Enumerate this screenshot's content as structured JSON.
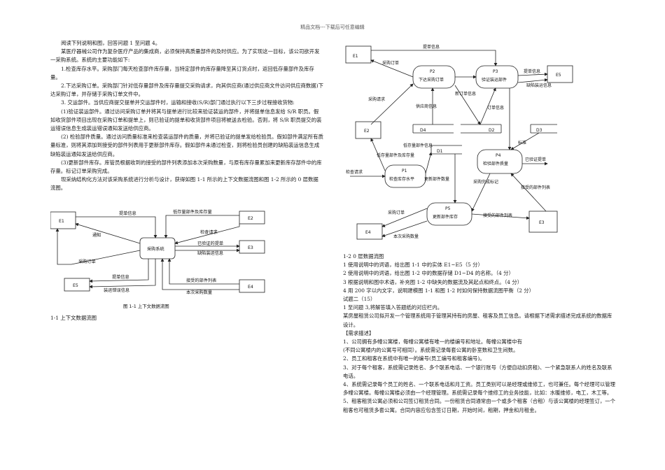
{
  "header": "精品文档---下载后可任意编辑",
  "left_paragraphs": [
    {
      "text": "阅读下列说明和图，回答问题 1 至问题 4。",
      "indent": true
    },
    {
      "text": "某医疗器械公司作为复杂医疗产品的集成商，必须保持高质量部件的及时供应。为了实现这一目标，该公司欲开发一采购系统。系统的主要功能如下:",
      "indent": true
    },
    {
      "text": "1.检查库存水平。采购部门每天检查部件库存量，当特定部件的库存量降至其订货点时，返回低存量部件及库存量。",
      "indent": true
    },
    {
      "text": "2.下达采购订单。采购部门针对低存量部件及库存量提交采购请求，向其供应商(通过供应商文件访问供应商数据)下达采购订单，并存储于采购订单文件中。",
      "indent": true
    },
    {
      "text": "3. 交运部件。当供应商提交提单并交运部件时，运输和接收(S/R)部门通过执行以下三步过程接收货物:",
      "indent": true
    },
    {
      "text": "(1)验证装运部件。通过访问采购订单并将其与提单进行比较来验证装运的部件，并将提单信息发给 S/R 职员。假如收货部件项目出现在采购订单和提单上，则已验证的提单和收货部件项目将被送去检验。否则，将 S/R 职员提交的装运错误信息生成装运错误通知发送给供应商。",
      "indent": true
    },
    {
      "text": "(2) 检验部件质量。通过访问质量标准来检查装运部件的质量，并将已验证的提单发给检验员。假如部件满足所有质量标准，则将其添加到接受的部件列表用于更新部件库存。假如部件未通过检查，则将检验员创建的缺陷装运信息生成缺陷装运通知发送给供应商。",
      "indent": true
    },
    {
      "text": "(3)更新部件库存。库管员根据收到的接受的部件列表添加本次采购数量，与原有库存量累加来更新库存部件中的库存量。标记订单采购完成。",
      "indent": true
    },
    {
      "text": "现采纳结构化方法对该采购系统进行分析与设计，获得如图 1-1 所示的上下文数据流图和图 1-2 所示的 0 层数据流图。",
      "indent": true
    }
  ],
  "figure1": {
    "E1": "E1",
    "E2": "E2",
    "E3": "E3",
    "E4": "E4",
    "E5": "E5",
    "center": "采购系统",
    "flow_tidan": "提单信息",
    "flow_dicunliang": "低存量部件及库存量",
    "flow_jianyan": "检查请求",
    "flow_tongzhi": "通知",
    "flow_caigou": "采购订单",
    "flow_yiyanzheng": "已验证的提单",
    "flow_quexian": "缺陷装运信息",
    "flow_tidan2": "提单信息",
    "flow_zhuangyuncuowu": "装运错误信息",
    "flow_jieshou": "接受的部件列表",
    "flow_benci": "本次采购数量",
    "caption_inner": "图 1-1  上下文数据流图",
    "caption": "1-1 上下文数据流图"
  },
  "figure2": {
    "E1": "E1",
    "E2": "E2",
    "E3": "E3",
    "E4": "E4",
    "E5": "E5",
    "P1": "P1",
    "P1_name": "检查库存水平",
    "P2": "P2",
    "P2_name": "下达采购订单",
    "P3": "P3",
    "P3_name": "验证装运部件",
    "P4": "P4",
    "P4_name": "检验部件质量",
    "P5": "P5",
    "P5_name": "更新部件库存",
    "D1": "D1",
    "D2": "D2",
    "D3": "D3",
    "D4": "D4",
    "f_tidan": "提单信息",
    "f_caigoudingdan": "采购订单",
    "f_tidan3": "提单信息",
    "f_caigouqingqiu": "采购请求",
    "f_xintidan": "新订单信息",
    "f_gongyingshang": "供应商信息",
    "f_dingdanxinxi": "订单信息",
    "f_biaozhun": "标准",
    "f_dicunliang": "低存量部件信息",
    "f_dicunliang2": "低存量部件及库存量",
    "f_yiyanzheng": "已验证提单",
    "f_jianchaqingqiu": "检查请求",
    "f_caigouwancheng": "采购完成标记",
    "f_bujiankucun": "更新部件数量",
    "f_quexian": "缺陷装运信息",
    "f_jieshou": "接受的部件列表",
    "f_jieshou2": "接受的部件列表",
    "f_benci": "本次采购数量"
  },
  "right_paragraphs": [
    "1-2 0 层数据流图",
    "1 使用说明中的词语，给出图 1-1 中的实体 E1~E5（5 分）",
    "2 使用说明中的词语，给出图 1-2 中的数据存储 D1~D4 的名称。（4 分）",
    "3 根据说明和图中术语，补充图 1-2 中缺失的数据流及其起点和终点。（4 分）",
    "4 用 200 字以内文字，说明建模图 1-1 和图 1-2 时如何保持数据流图平衡（2 分）",
    "试题二（15）",
    "1 至问题 3,将解答填入答题纸的对应栏内。",
    "某房屋租赁公司拟开发一个管理系统用于管理其持有的房屋、租客及员工信息。请根据下述需求描述完成系统的数据库设计。",
    "【需求描述】",
    "1、公司拥有多幢公寓楼，每幢公寓楼有唯一的楼编号和地址。每幢公寓楼中有",
    "(不同公寓楼内的公寓号可相同）。系统需记录每套公寓的卧室数和卫生间数。",
    "2、员工和租客在系统中有唯一的编号(员工编号和租客编号)。",
    "3、对于每个租客，系统需记录姓名、多个联系电话、一个银行账号（方便自动扣房租)、一个紧急联系人的姓名及联系电话。",
    "4、系统需记录每个员工的姓名、一个联系电话和月工资。员工类别可以是经理或维修工，也可兼任。每个经理可以管理多幢公寓楼。每幢公寓楼必须由一个经理管理。系统需记录每个维修工的业务技能，比如：水暖维修，电工，木工等。",
    "5、租客租赁公寓必须和公司签订租赁合同。一份租赁合同通常由一个或多个租客（合租）与该公寓楼的经理签订，一个租客也可租赁多套公寓。合同内容应包含签订日期，开始时间，租期，押金和月租金。"
  ]
}
